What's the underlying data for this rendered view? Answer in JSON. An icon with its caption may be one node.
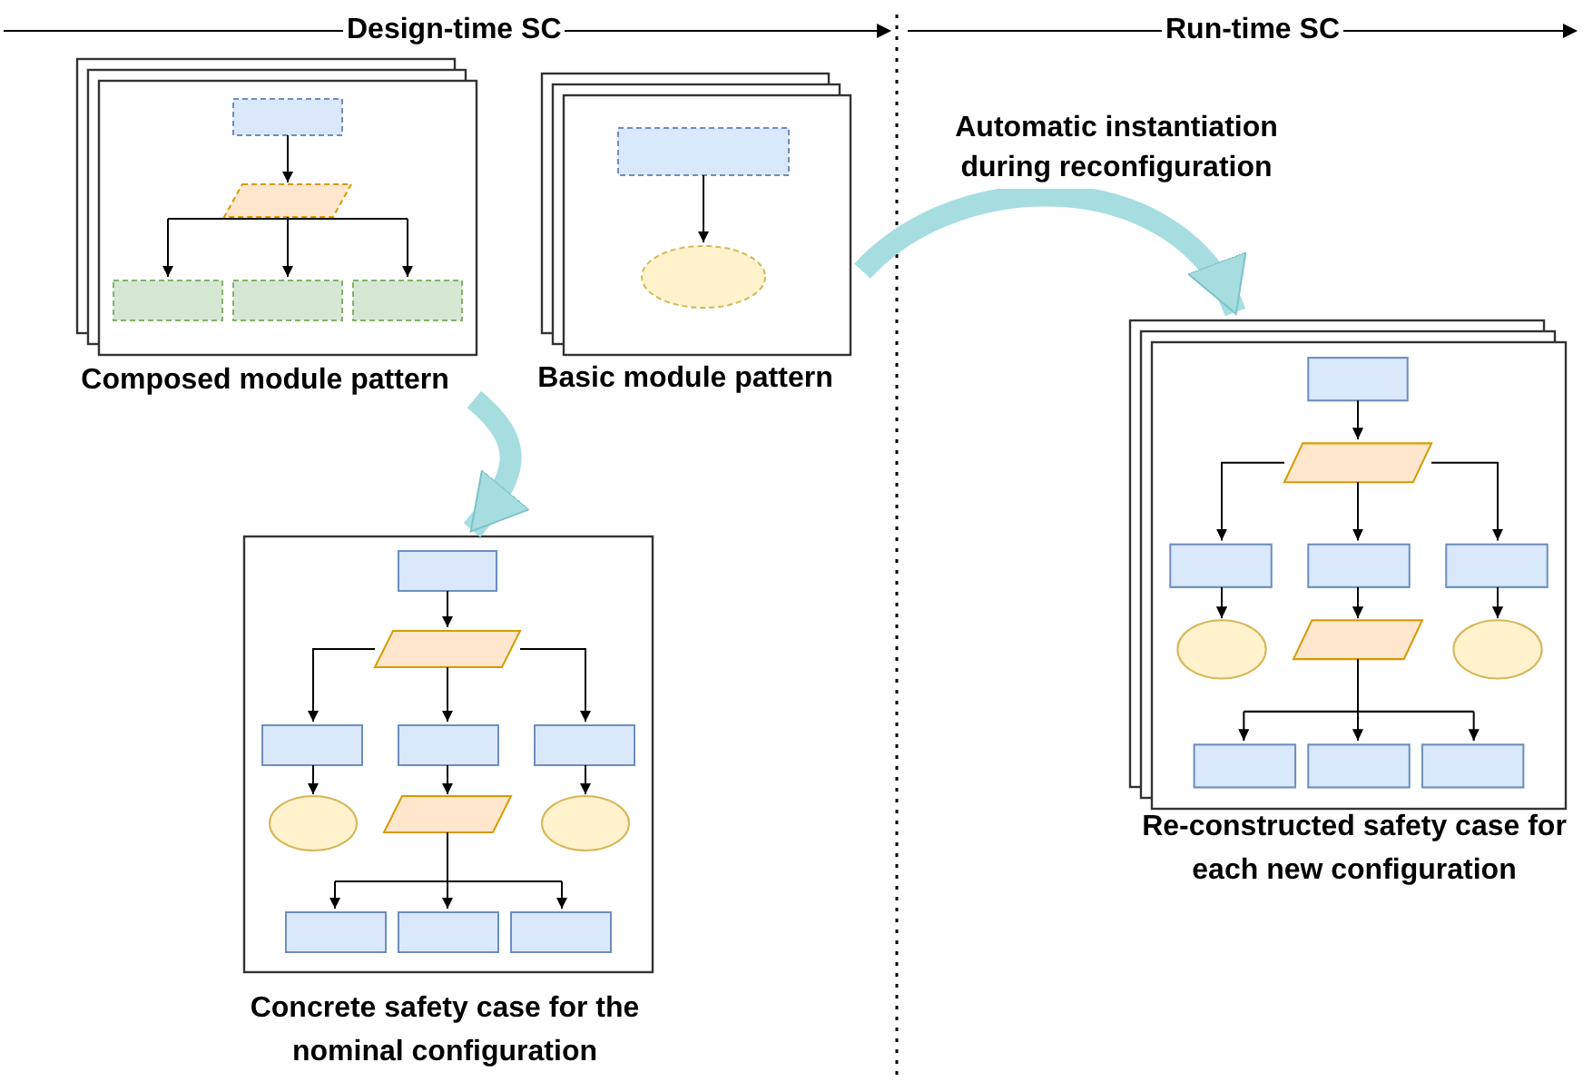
{
  "diagram": {
    "nodes": [
      {
        "text": [
          "Composed module pattern"
        ]
      },
      {
        "text": [
          "Basic module pattern"
        ]
      },
      {
        "text": [
          "Concrete safety case for the nominal configuration"
        ]
      },
      {
        "text": [
          "Re-constructed safety case for each new configuration"
        ]
      }
    ],
    "edges": [
      {
        "from": 0,
        "to": 2,
        "arrow": "to"
      },
      {
        "from": 1,
        "to": 3,
        "arrow": "to",
        "label": "Automatic instantiation during reconfiguration"
      }
    ],
    "labels": [
      "Design-time SC",
      "Run-time SC"
    ]
  }
}
